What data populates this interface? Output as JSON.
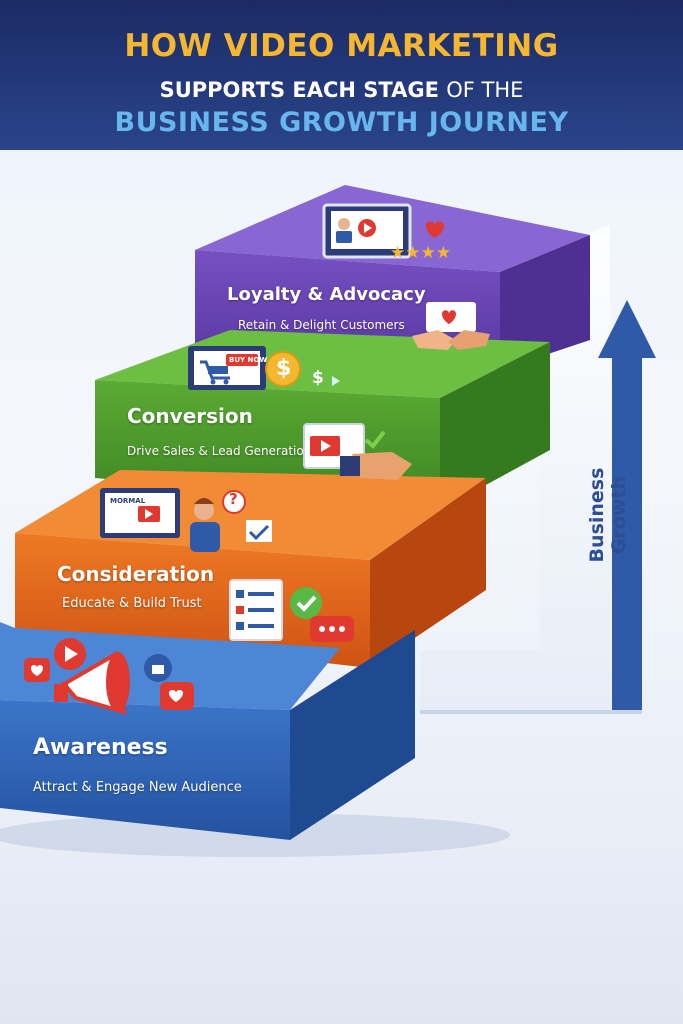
{
  "header": {
    "line1": "HOW VIDEO MARKETING",
    "line2_part1": "SUPPORTS EACH STAGE",
    "line2_part2": "OF THE",
    "line3": "BUSINESS GROWTH JOURNEY"
  },
  "stages": [
    {
      "title": "Awareness",
      "subtitle": "Attract & Engage New Audience",
      "color": "#2f64b8"
    },
    {
      "title": "Consideration",
      "subtitle": "Educate & Build Trust",
      "color": "#e0671c"
    },
    {
      "title": "Conversion",
      "subtitle": "Drive Sales & Lead Generation",
      "color": "#4e9a2c"
    },
    {
      "title": "Loyalty & Advocacy",
      "subtitle": "Retain & Delight Customers",
      "color": "#6a45b3"
    }
  ],
  "icons": {
    "buy_now": "BUY NOW",
    "dollar": "$",
    "question": "?",
    "screen_text": "MORMAL"
  },
  "growth_label": "Business Growth",
  "accent_colors": {
    "title_gold": "#f5b730",
    "title_blue": "#67b6ee",
    "arrow": "#2f5aa8"
  }
}
